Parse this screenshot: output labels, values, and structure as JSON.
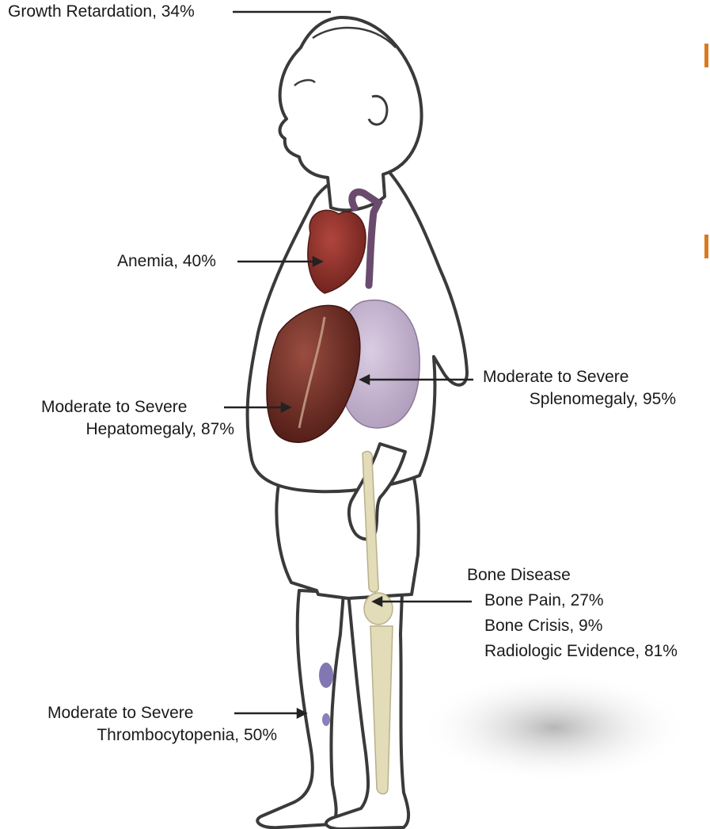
{
  "labels": {
    "growth": "Growth Retardation, 34%",
    "anemia": "Anemia, 40%",
    "hepatomegaly_line1": "Moderate to Severe",
    "hepatomegaly_line2": "Hepatomegaly, 87%",
    "splenomegaly_line1": "Moderate to Severe",
    "splenomegaly_line2": "Splenomegaly, 95%",
    "bone_title": "Bone Disease",
    "bone_pain": "Bone Pain, 27%",
    "bone_crisis": "Bone Crisis, 9%",
    "bone_radiologic": "Radiologic Evidence, 81%",
    "thrombo_line1": "Moderate to Severe",
    "thrombo_line2": "Thrombocytopenia, 50%"
  },
  "colors": {
    "outline": "#3a3a3a",
    "heart": "#8e2f2a",
    "liver": "#6b2a22",
    "spleen": "#b7a2c2",
    "bone": "#e2dcb8",
    "accent": "#d97a1c",
    "bruise": "#5a4a9a"
  }
}
